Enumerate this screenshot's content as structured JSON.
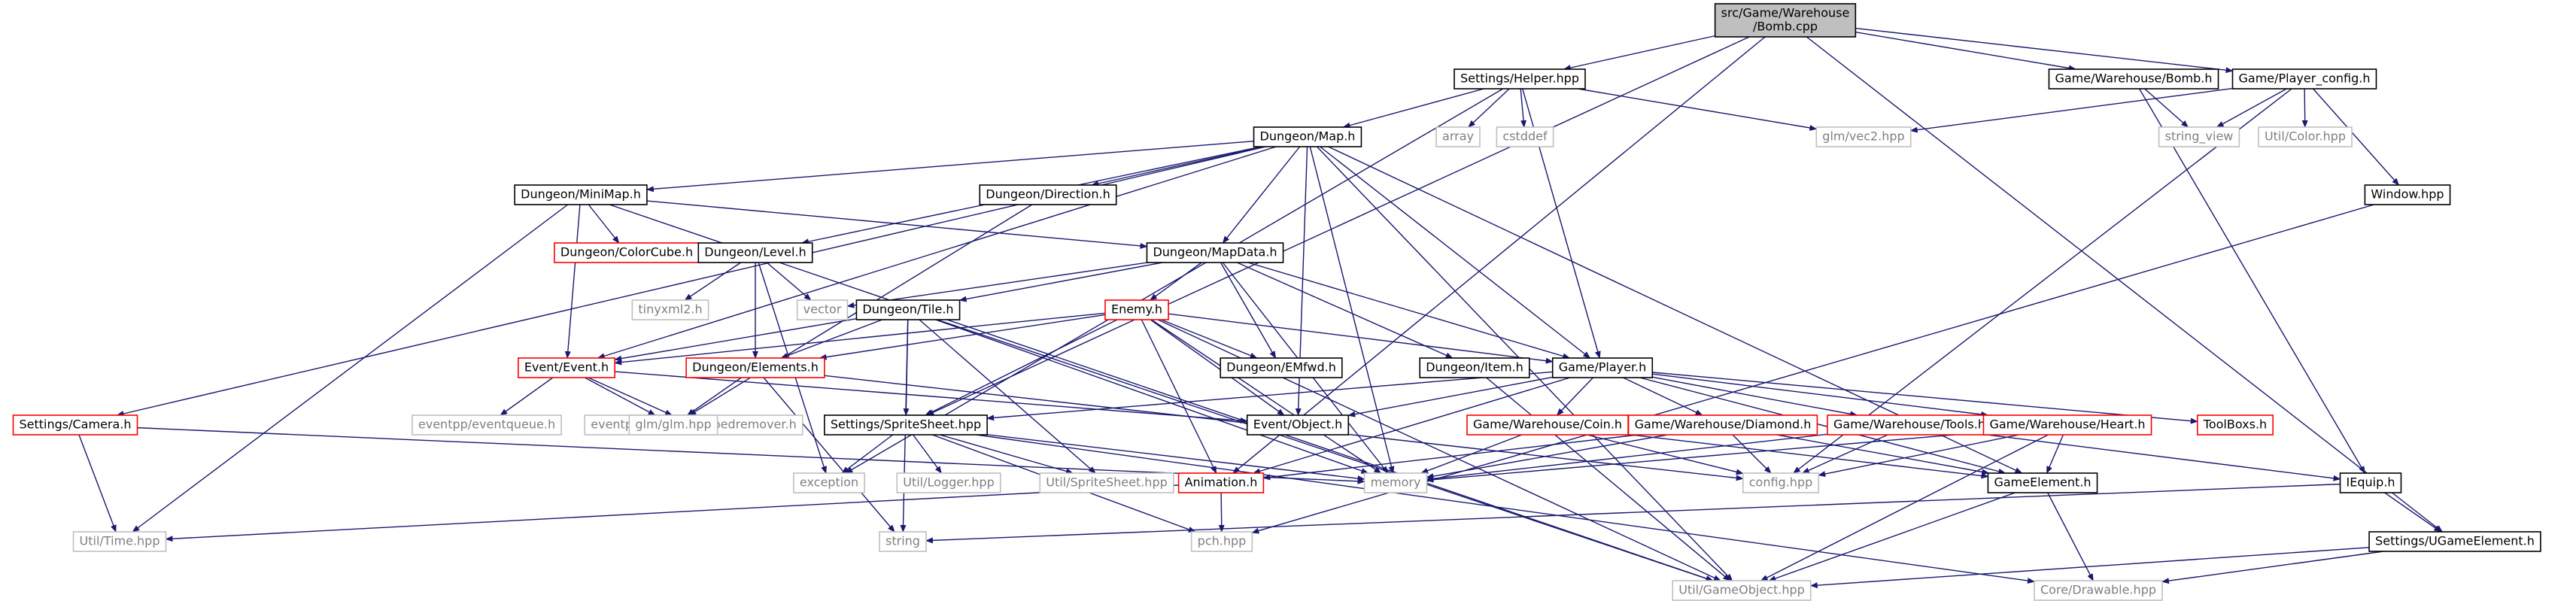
{
  "colors": {
    "edge": "#191970",
    "root_fill": "#bfbfbf",
    "normal_border": "#000000",
    "missing_border": "#bfbfbf",
    "missing_text": "#7f7f7f",
    "undoc_border": "#ff0000",
    "fill": "#ffffff"
  },
  "nodes": {
    "root": {
      "lines": [
        "src/Game/Warehouse",
        "/Bomb.cpp"
      ],
      "kind": "root"
    },
    "settings_helper": {
      "lines": [
        "Settings/Helper.hpp"
      ],
      "kind": "normal"
    },
    "bomb_h": {
      "lines": [
        "Game/Warehouse/Bomb.h"
      ],
      "kind": "normal"
    },
    "player_config": {
      "lines": [
        "Game/Player_config.h"
      ],
      "kind": "normal"
    },
    "dungeon_map": {
      "lines": [
        "Dungeon/Map.h"
      ],
      "kind": "normal"
    },
    "array": {
      "lines": [
        "array"
      ],
      "kind": "missing"
    },
    "cstddef": {
      "lines": [
        "cstddef"
      ],
      "kind": "missing"
    },
    "glm_vec2": {
      "lines": [
        "glm/vec2.hpp"
      ],
      "kind": "missing"
    },
    "string_view": {
      "lines": [
        "string_view"
      ],
      "kind": "missing"
    },
    "util_color": {
      "lines": [
        "Util/Color.hpp"
      ],
      "kind": "missing"
    },
    "window_hpp": {
      "lines": [
        "Window.hpp"
      ],
      "kind": "normal"
    },
    "minimap": {
      "lines": [
        "Dungeon/MiniMap.h"
      ],
      "kind": "normal"
    },
    "direction": {
      "lines": [
        "Dungeon/Direction.h"
      ],
      "kind": "normal"
    },
    "colorcube": {
      "lines": [
        "Dungeon/ColorCube.h"
      ],
      "kind": "undoc"
    },
    "level": {
      "lines": [
        "Dungeon/Level.h"
      ],
      "kind": "normal"
    },
    "mapdata": {
      "lines": [
        "Dungeon/MapData.h"
      ],
      "kind": "normal"
    },
    "tinyxml": {
      "lines": [
        "tinyxml2.h"
      ],
      "kind": "missing"
    },
    "vector": {
      "lines": [
        "vector"
      ],
      "kind": "missing"
    },
    "tile": {
      "lines": [
        "Dungeon/Tile.h"
      ],
      "kind": "normal"
    },
    "enemy": {
      "lines": [
        "Enemy.h"
      ],
      "kind": "undoc"
    },
    "event": {
      "lines": [
        "Event/Event.h"
      ],
      "kind": "undoc"
    },
    "elements": {
      "lines": [
        "Dungeon/Elements.h"
      ],
      "kind": "undoc"
    },
    "emfwd": {
      "lines": [
        "Dungeon/EMfwd.h"
      ],
      "kind": "normal"
    },
    "item": {
      "lines": [
        "Dungeon/Item.h"
      ],
      "kind": "normal"
    },
    "player": {
      "lines": [
        "Game/Player.h"
      ],
      "kind": "normal"
    },
    "camera": {
      "lines": [
        "Settings/Camera.h"
      ],
      "kind": "undoc"
    },
    "eventqueue": {
      "lines": [
        "eventpp/eventqueue.h"
      ],
      "kind": "missing"
    },
    "scopedremover": {
      "lines": [
        "eventpp/utilities/scopedremover.h"
      ],
      "kind": "missing"
    },
    "glm_hpp": {
      "lines": [
        "glm/glm.hpp"
      ],
      "kind": "missing"
    },
    "spritesheet": {
      "lines": [
        "Settings/SpriteSheet.hpp"
      ],
      "kind": "normal"
    },
    "event_object": {
      "lines": [
        "Event/Object.h"
      ],
      "kind": "normal"
    },
    "coin": {
      "lines": [
        "Game/Warehouse/Coin.h"
      ],
      "kind": "undoc"
    },
    "diamond": {
      "lines": [
        "Game/Warehouse/Diamond.h"
      ],
      "kind": "undoc"
    },
    "tools": {
      "lines": [
        "Game/Warehouse/Tools.h"
      ],
      "kind": "undoc"
    },
    "heart": {
      "lines": [
        "Game/Warehouse/Heart.h"
      ],
      "kind": "undoc"
    },
    "toolboxs": {
      "lines": [
        "ToolBoxs.h"
      ],
      "kind": "undoc"
    },
    "exception": {
      "lines": [
        "exception"
      ],
      "kind": "missing"
    },
    "logger": {
      "lines": [
        "Util/Logger.hpp"
      ],
      "kind": "missing"
    },
    "util_spritesheet": {
      "lines": [
        "Util/SpriteSheet.hpp"
      ],
      "kind": "missing"
    },
    "animation": {
      "lines": [
        "Animation.h"
      ],
      "kind": "undoc"
    },
    "memory": {
      "lines": [
        "memory"
      ],
      "kind": "missing"
    },
    "config": {
      "lines": [
        "config.hpp"
      ],
      "kind": "missing"
    },
    "gameelement": {
      "lines": [
        "GameElement.h"
      ],
      "kind": "normal"
    },
    "iequip": {
      "lines": [
        "IEquip.h"
      ],
      "kind": "normal"
    },
    "util_time": {
      "lines": [
        "Util/Time.hpp"
      ],
      "kind": "missing"
    },
    "string": {
      "lines": [
        "string"
      ],
      "kind": "missing"
    },
    "pch": {
      "lines": [
        "pch.hpp"
      ],
      "kind": "missing"
    },
    "ugameelement": {
      "lines": [
        "Settings/UGameElement.h"
      ],
      "kind": "normal"
    },
    "gameobject": {
      "lines": [
        "Util/GameObject.hpp"
      ],
      "kind": "missing"
    },
    "drawable": {
      "lines": [
        "Core/Drawable.hpp"
      ],
      "kind": "missing"
    }
  }
}
